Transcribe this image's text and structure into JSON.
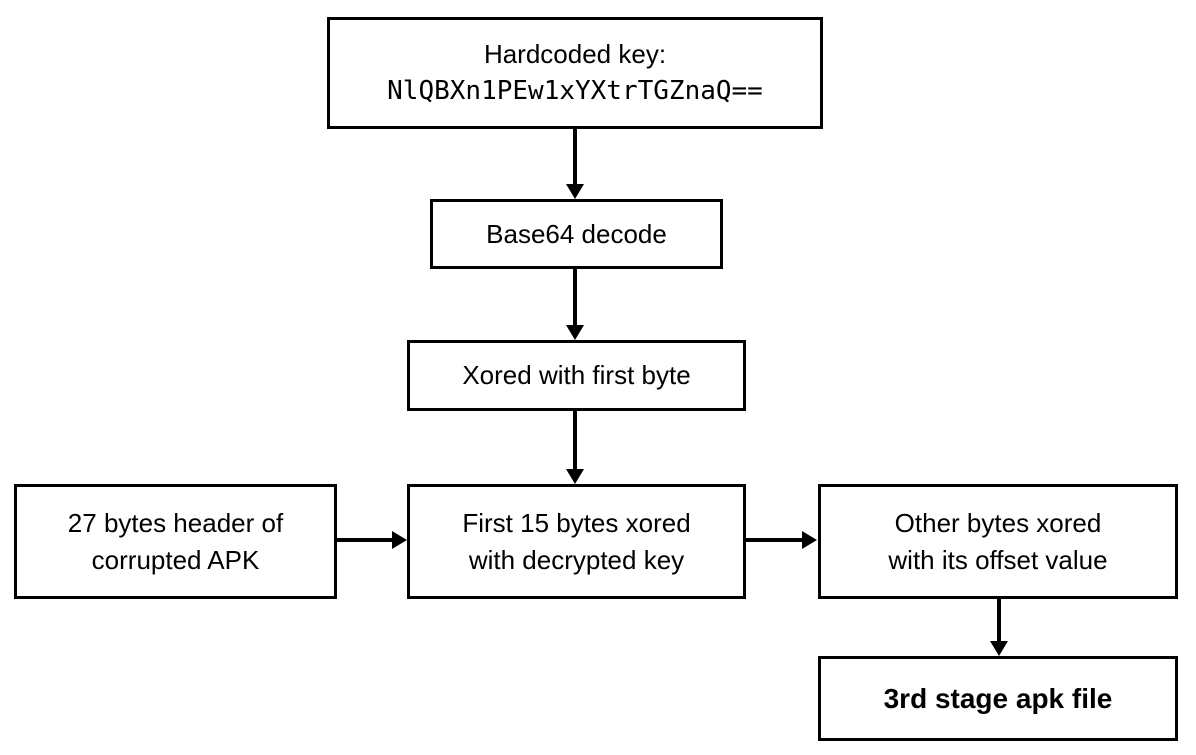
{
  "diagram": {
    "type": "flowchart",
    "colors": {
      "background": "#ffffff",
      "stroke": "#000000",
      "text": "#000000"
    },
    "nodes": {
      "hardcoded_key": {
        "lines": [
          "Hardcoded key:",
          "NlQBXn1PEw1xYXtrTGZnaQ=="
        ]
      },
      "base64_decode": {
        "lines": [
          "Base64 decode"
        ]
      },
      "xored_first_byte": {
        "lines": [
          "Xored with first byte"
        ]
      },
      "corrupted_header": {
        "lines": [
          "27 bytes header of",
          "corrupted APK"
        ]
      },
      "first_15_bytes": {
        "lines": [
          "First 15 bytes xored",
          "with decrypted key"
        ]
      },
      "other_bytes": {
        "lines": [
          "Other bytes xored",
          "with its offset value"
        ]
      },
      "third_stage": {
        "lines": [
          "3rd stage apk file"
        ]
      }
    },
    "edges": [
      {
        "from": "hardcoded_key",
        "to": "base64_decode",
        "direction": "down"
      },
      {
        "from": "base64_decode",
        "to": "xored_first_byte",
        "direction": "down"
      },
      {
        "from": "xored_first_byte",
        "to": "first_15_bytes",
        "direction": "down"
      },
      {
        "from": "corrupted_header",
        "to": "first_15_bytes",
        "direction": "right"
      },
      {
        "from": "first_15_bytes",
        "to": "other_bytes",
        "direction": "right"
      },
      {
        "from": "other_bytes",
        "to": "third_stage",
        "direction": "down"
      }
    ]
  }
}
